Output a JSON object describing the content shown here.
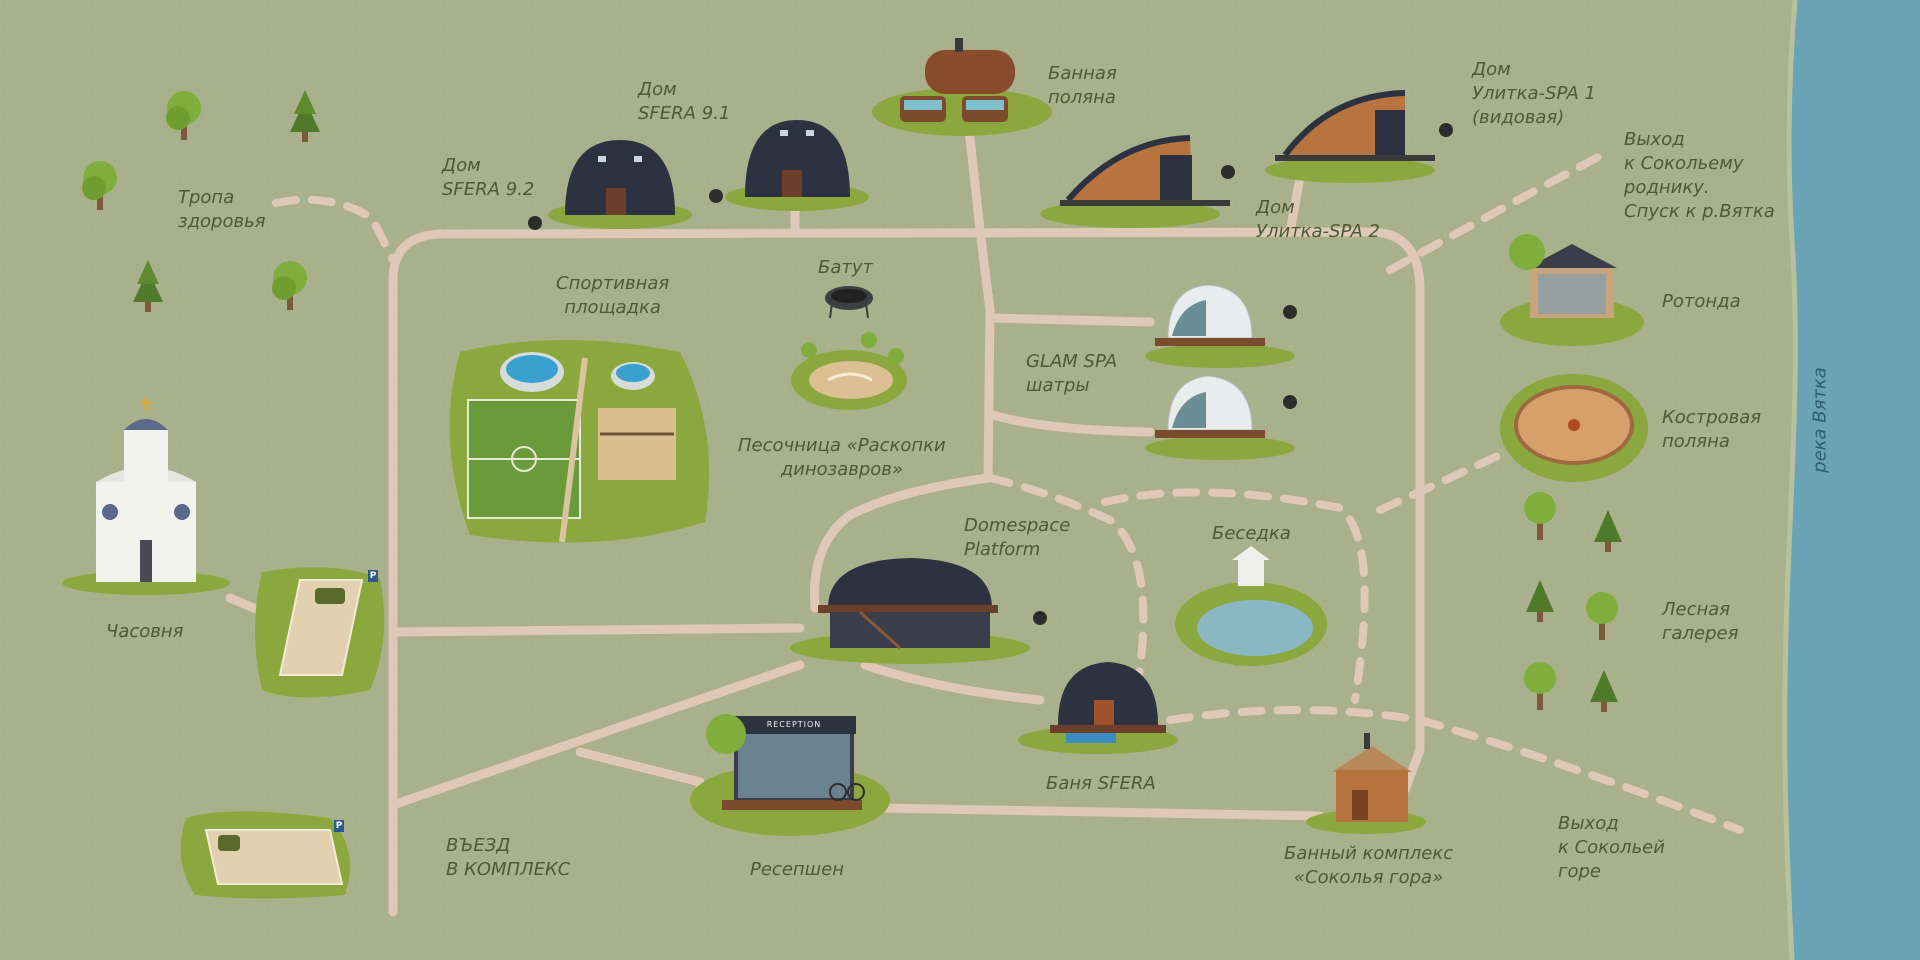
{
  "labels": {
    "tropa": "Тропа\nздоровья",
    "sfera92": "Дом\nSFERA 9.2",
    "sfera91": "Дом\nSFERA 9.1",
    "bannaya": "Банная\nполяна",
    "ulitka1": "Дом\nУлитка-SPA 1\n(видовая)",
    "ulitka2": "Дом\nУлитка-SPA 2",
    "vyhod_rodnik": "Выход\nк Сокольему\nроднику.\nСпуск к р.Вятка",
    "sport": "Спортивная\nплощадка",
    "batut": "Батут",
    "glam": "GLAM SPA\nшатры",
    "rotonda": "Ротонда",
    "kostrovaya": "Костровая\nполяна",
    "pesochnica": "Песочница «Раскопки\nдинозавров»",
    "domespace": "Domespace\nPlatform",
    "besedka": "Беседка",
    "lesnaya": "Лесная\nгалерея",
    "chasovnya": "Часовня",
    "banya_sfera": "Баня SFERA",
    "vezd": "ВЪЕЗД\nВ КОМПЛЕКС",
    "resepshen": "Ресепшен",
    "banny_kompleks": "Банный комплекс\n«Соколья гора»",
    "vyhod_gora": "Выход\nк Сокольей\nгоре",
    "river": "река Вятка",
    "reception_sign": "RECEPTION"
  },
  "icons": {
    "parking": "P"
  },
  "colors": {
    "ground": "#a9b08c",
    "path": "#e0c8b6",
    "river": "#6aa3b6",
    "grass": "#8aa83e",
    "label": "#4e5a31"
  }
}
